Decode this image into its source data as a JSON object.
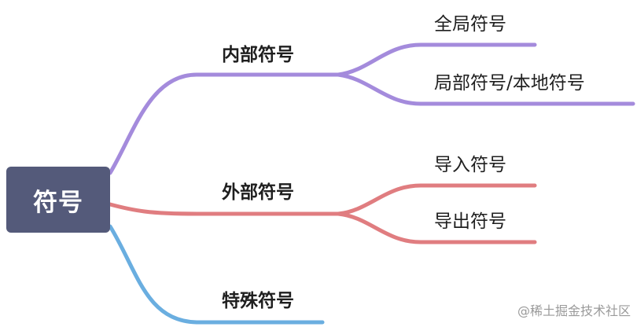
{
  "root": {
    "label": "符号"
  },
  "branches": [
    {
      "label": "内部符号",
      "color": "#a48bdc",
      "children": [
        {
          "label": "全局符号"
        },
        {
          "label": "局部符号/本地符号"
        }
      ]
    },
    {
      "label": "外部符号",
      "color": "#e07d80",
      "children": [
        {
          "label": "导入符号"
        },
        {
          "label": "导出符号"
        }
      ]
    },
    {
      "label": "特殊符号",
      "color": "#6aaee0",
      "children": []
    }
  ],
  "watermark": "@稀土掘金技术社区"
}
